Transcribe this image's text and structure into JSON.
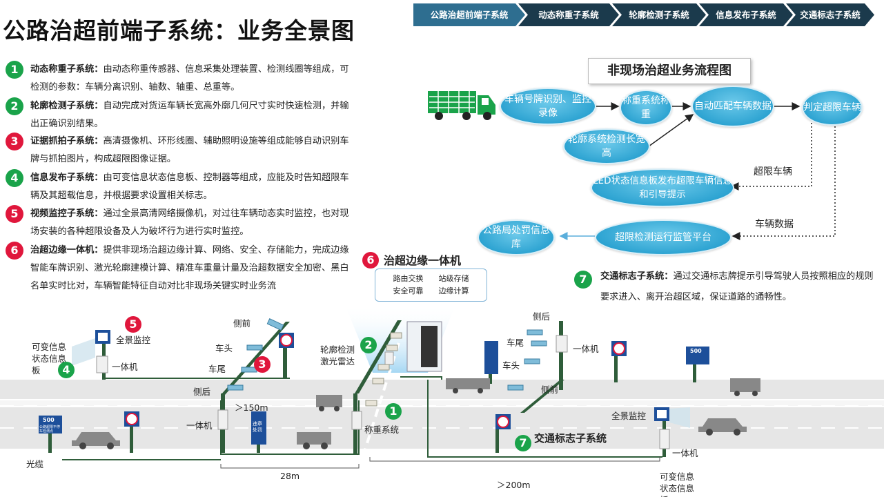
{
  "page": {
    "title": "公路治超前端子系统：业务全景图"
  },
  "nav": {
    "tabs": [
      "公路治超前端子系统",
      "动态称重子系统",
      "轮廓检测子系统",
      "信息发布子系统",
      "交通标志子系统"
    ]
  },
  "descriptions": [
    {
      "num": "1",
      "color": "green",
      "name": "动态称重子系统：",
      "text": "由动态称重传感器、信息采集处理装置、检测线圈等组成，可检测的参数：车辆分离识别、轴数、轴重、总重等。"
    },
    {
      "num": "2",
      "color": "green",
      "name": "轮廓检测子系统：",
      "text": "自动完成对货运车辆长宽高外廓几何尺寸实时快速检测，并输出正确识别结果。"
    },
    {
      "num": "3",
      "color": "red",
      "name": "证据抓拍子系统：",
      "text": "高清摄像机、环形线圈、辅助照明设施等组成能够自动识别车牌与抓拍图片，构成超限图像证据。"
    },
    {
      "num": "4",
      "color": "green",
      "name": "信息发布子系统：",
      "text": "由可变信息状态信息板、控制器等组成，应能及时告知超限车辆及其超载信息，并根据要求设置相关标志。"
    },
    {
      "num": "5",
      "color": "red",
      "name": "视频监控子系统：",
      "text": "通过全景高清网络摄像机，对过往车辆动态实时监控，也对现场安装的各种超限设备及人为破坏行为进行实时监控。"
    },
    {
      "num": "6",
      "color": "red",
      "name": "治超边缘一体机：",
      "text": "提供非现场治超边缘计算、网络、安全、存储能力，完成边缘智能车牌识别、激光轮廓建模计算、精准车重量计量及治超数据安全加密、黑白名单实时比对，车辆智能特征自动对比非现场关键实时业务流"
    }
  ],
  "flow": {
    "title": "非现场治超业务流程图",
    "nodes": {
      "plate": "车辆号牌识别、监控录像",
      "weigh": "称重系统称重",
      "match": "自动匹配车辆数据",
      "judge": "判定超限车辆",
      "contour": "轮廓系统检测长宽高",
      "led": "LED状态信息板发布超限车辆信息和引导提示",
      "platform": "超限检测运行监管平台",
      "bureau": "公路局处罚信息库"
    },
    "labels": {
      "overlimit": "超限车辆",
      "vehicle_data": "车辆数据"
    }
  },
  "traffic_sign": {
    "num": "7",
    "name": "交通标志子系统：",
    "text": "通过交通标志牌提示引导驾驶人员按照相应的规则要求进入、离开治超区域，保证道路的通畅性。"
  },
  "edge_device": {
    "num": "6",
    "title": "治超边缘一体机",
    "row1": "路由交换　　站级存储",
    "row2": "安全可靠　　边缘计算"
  },
  "scene": {
    "side_front_top": "侧前",
    "car_head_left": "车头",
    "car_tail_left": "车尾",
    "side_rear_left": "侧后",
    "panorama_left": "全景监控",
    "integrated_left_top": "一体机",
    "var_board_left": "可变信息状态信息板",
    "integrated_left_bottom": "一体机",
    "dist_150": "＞150m",
    "optical_cable": "光缆",
    "dist_28": "28m",
    "contour_lidar": "轮廓检测激光雷达",
    "weighing": "称重系统",
    "side_rear_right": "侧后",
    "car_tail_right": "车尾",
    "car_head_right": "车头",
    "side_front_right": "侧前",
    "integrated_right_top": "一体机",
    "panorama_right": "全景监控",
    "integrated_right_bottom": "一体机",
    "var_board_right": "可变信息状态信息板",
    "traffic_sign_label": "交通标志子系统",
    "dist_200": "＞200m",
    "sign_500_a": "500",
    "sign_500_b": "500",
    "sign_500_c": "500",
    "sign_sub": "公路超限不停车检测点",
    "violation_sign": "违章处罚",
    "circle_1": "1",
    "circle_2": "2",
    "circle_3": "3",
    "circle_4": "4",
    "circle_5": "5",
    "circle_7": "7"
  },
  "colors": {
    "nav_active": "#2e6e90",
    "nav_inactive": "#1b3a4c",
    "green": "#1aa34a",
    "red": "#e0173c",
    "bubble": "#2ea4d2",
    "road": "#e6e6e6",
    "pole": "#2f5d3a"
  }
}
